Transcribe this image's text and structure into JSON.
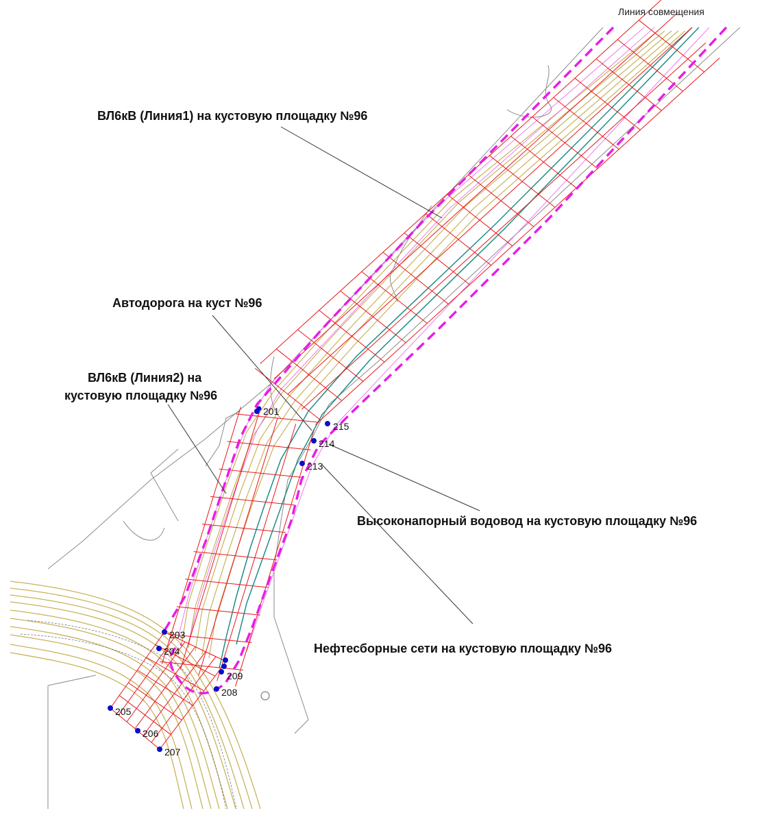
{
  "header": {
    "match_line_label": "Линия совмещения"
  },
  "annotations": [
    {
      "id": "vl-line1",
      "text": "ВЛ6кВ (Линия1) на кустовую площадку №96"
    },
    {
      "id": "road",
      "text": "Автодорога на куст №96"
    },
    {
      "id": "vl-line2",
      "lines": [
        "ВЛ6кВ (Линия2) на",
        "кустовую площадку №96"
      ]
    },
    {
      "id": "water",
      "text": "Высоконапорный водовод на кустовую площадку №96"
    },
    {
      "id": "oil",
      "text": "Нефтесборные сети на кустовую площадку №96"
    }
  ],
  "points": [
    {
      "label": "201"
    },
    {
      "label": "215"
    },
    {
      "label": "214"
    },
    {
      "label": "213"
    },
    {
      "label": "203"
    },
    {
      "label": "204"
    },
    {
      "label": "209"
    },
    {
      "label": "208"
    },
    {
      "label": "205"
    },
    {
      "label": "206"
    },
    {
      "label": "207"
    }
  ],
  "colors": {
    "boundary": "#e61ee6",
    "grid": "#e8161a",
    "road": "#c9b25a",
    "pipeline": "#1f8c86",
    "points": "#0a10c8",
    "terrain": "#7a7a7a"
  }
}
